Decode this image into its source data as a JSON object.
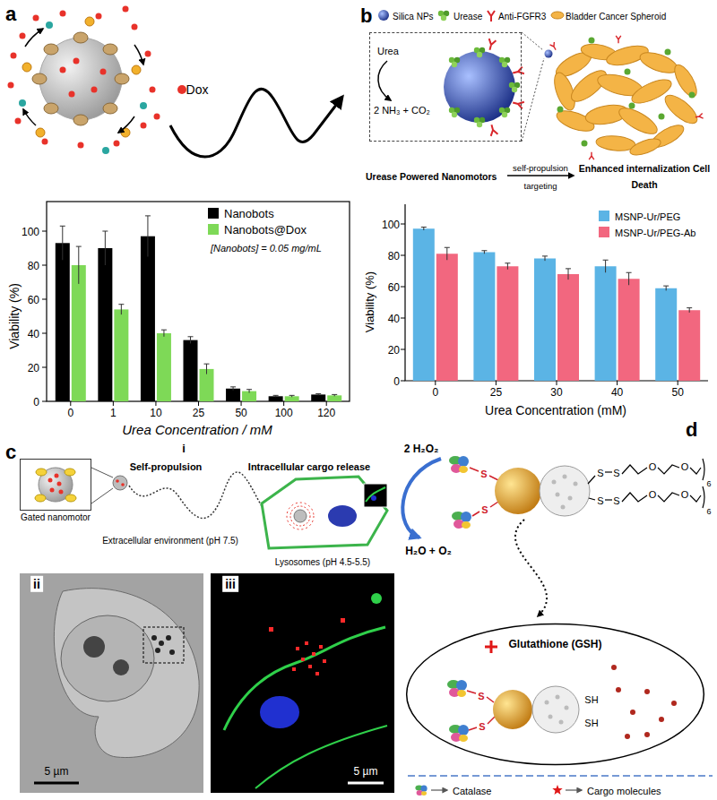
{
  "diagram": {
    "nodes": [
      {
        "text": [
          "Urea",
          "2 NH₃ + CO₂"
        ]
      },
      {
        "text": [
          "Gated nanomotor"
        ]
      },
      {
        "text": [
          "Glutathione (GSH)"
        ]
      }
    ],
    "labels": [
      "a",
      "Dox",
      "[Nanobots] = 0.05 mg/mL",
      "Viability (%)",
      "Urea Concentration / mM",
      "0",
      "20",
      "40",
      "60",
      "80",
      "100",
      "0",
      "1",
      "10",
      "25",
      "50",
      "100",
      "120",
      "b",
      "Urease Powered Nanomotors",
      "self-propulsion",
      "targeting",
      "Enhanced internalization Cell Death",
      "Viability (%)",
      "Urea Concentration (mM)",
      "0",
      "20",
      "40",
      "60",
      "80",
      "100",
      "0",
      "25",
      "30",
      "40",
      "50",
      "c",
      "i",
      "Self-propulsion",
      "Intracellular cargo release",
      "Extracellular environment (pH 7.5)",
      "Lysosomes (pH 4.5-5.5)",
      "ii",
      "5 µm",
      "iii",
      "5 µm",
      "d",
      "2 H₂O₂",
      "H₂O + O₂",
      "S",
      "S",
      "O",
      "O",
      "6",
      "S",
      "S",
      "O",
      "O",
      "6",
      "SH",
      "SH",
      "S",
      "S",
      "S",
      "S"
    ],
    "legend": [
      {
        "text": "Nanobots",
        "color": "#000000"
      },
      {
        "text": "Nanobots@Dox",
        "color": "#7ed957"
      },
      {
        "text": "Silica NPs"
      },
      {
        "text": "Urease"
      },
      {
        "text": "Anti-FGFR3"
      },
      {
        "text": "Bladder Cancer Spheroid"
      },
      {
        "text": "MSNP-Ur/PEG",
        "color": "#5bb4e5"
      },
      {
        "text": "MSNP-Ur/PEG-Ab",
        "color": "#f2677f"
      },
      {
        "text": "Catalase"
      },
      {
        "text": "Cargo molecules"
      }
    ]
  }
}
